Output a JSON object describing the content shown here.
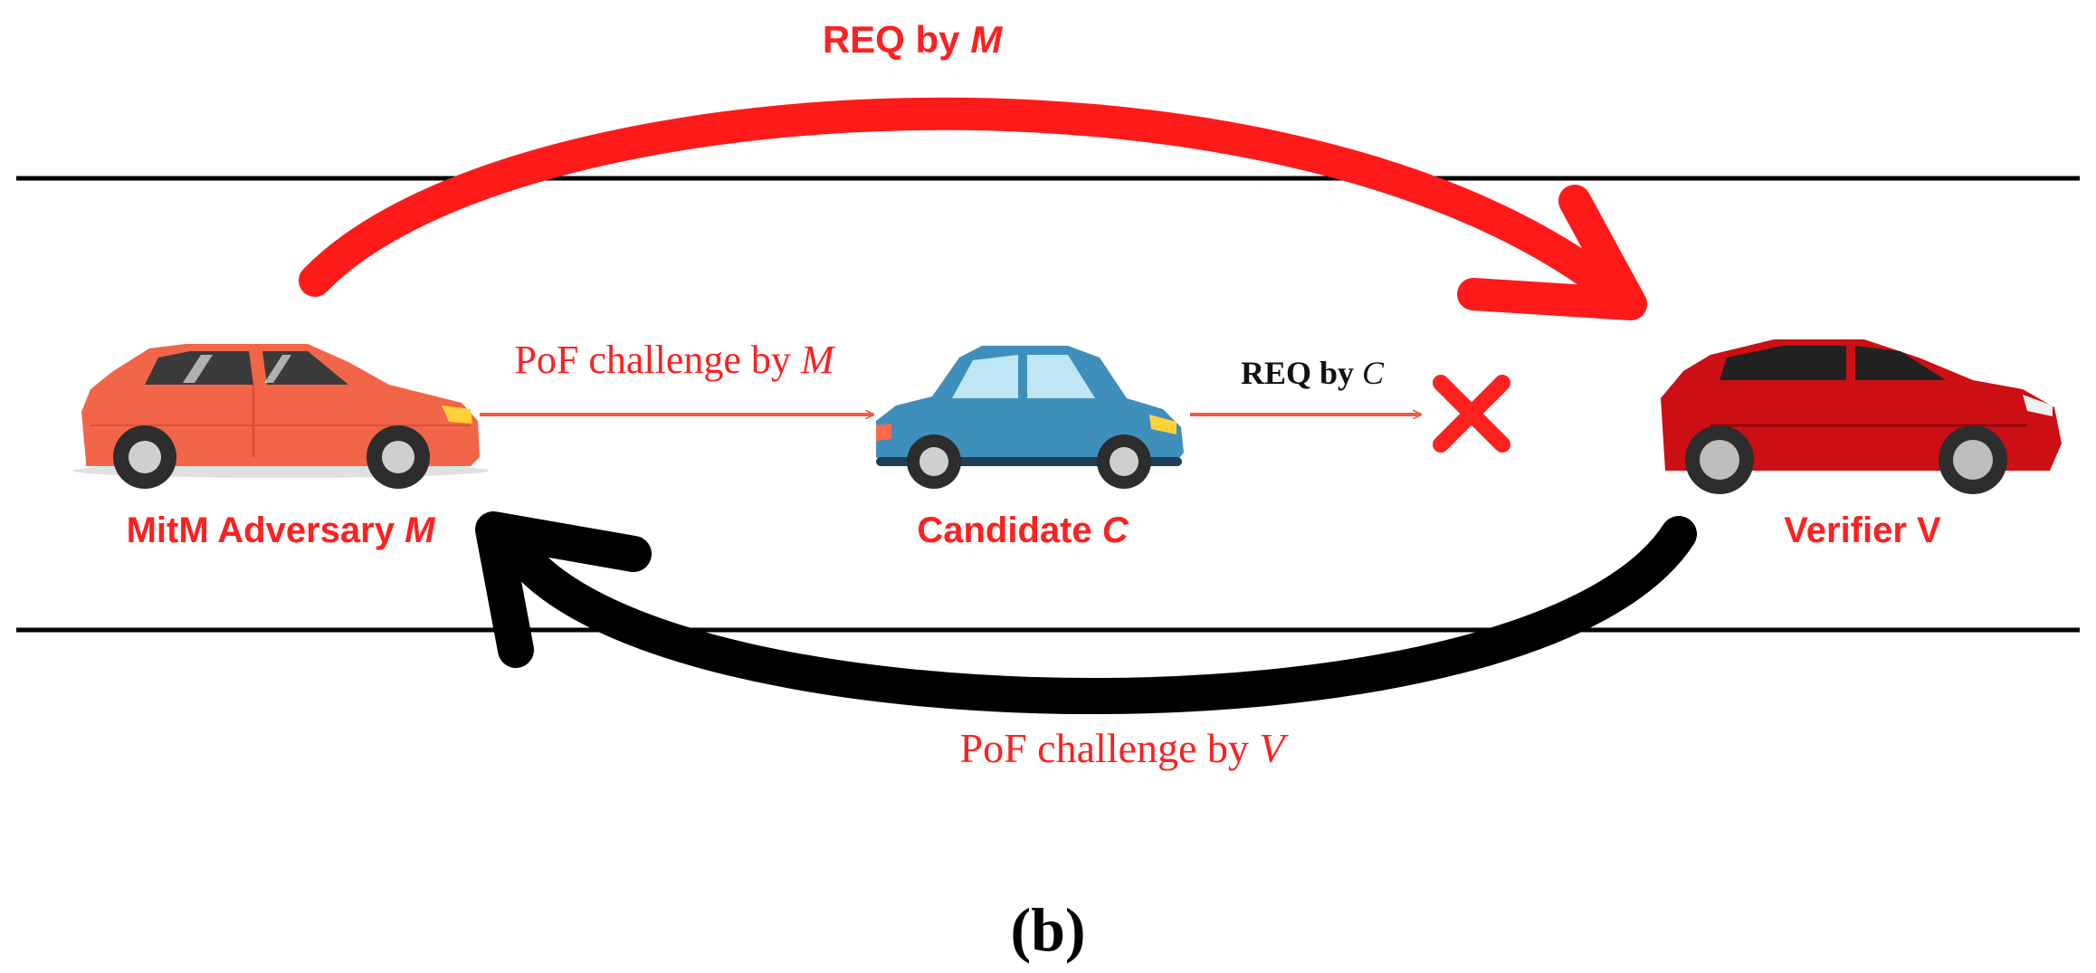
{
  "colors": {
    "accent_red": "#ff2020",
    "arrow_black": "#000000",
    "road_line": "#000000",
    "adversary_car": "#f26548",
    "candidate_car": "#3f8fbd",
    "verifier_car": "#cc0f14"
  },
  "labels": {
    "req_by_m": {
      "prefix": "REQ by ",
      "var": "M"
    },
    "pof_by_m": {
      "prefix": "PoF challenge by ",
      "var": "M"
    },
    "req_by_c": {
      "prefix": "REQ by ",
      "var": "C"
    },
    "pof_by_v": {
      "prefix": "PoF challenge by ",
      "var": "V"
    },
    "adversary": {
      "prefix": "MitM Adversary ",
      "var": "M"
    },
    "candidate": {
      "prefix": "Candidate ",
      "var": "C"
    },
    "verifier": {
      "text": "Verifier V"
    },
    "panel": "(b)"
  },
  "icons": {
    "adversary_car": "car-icon",
    "candidate_car": "car-icon",
    "verifier_car": "car-icon",
    "blocked_mark": "cross-icon"
  }
}
